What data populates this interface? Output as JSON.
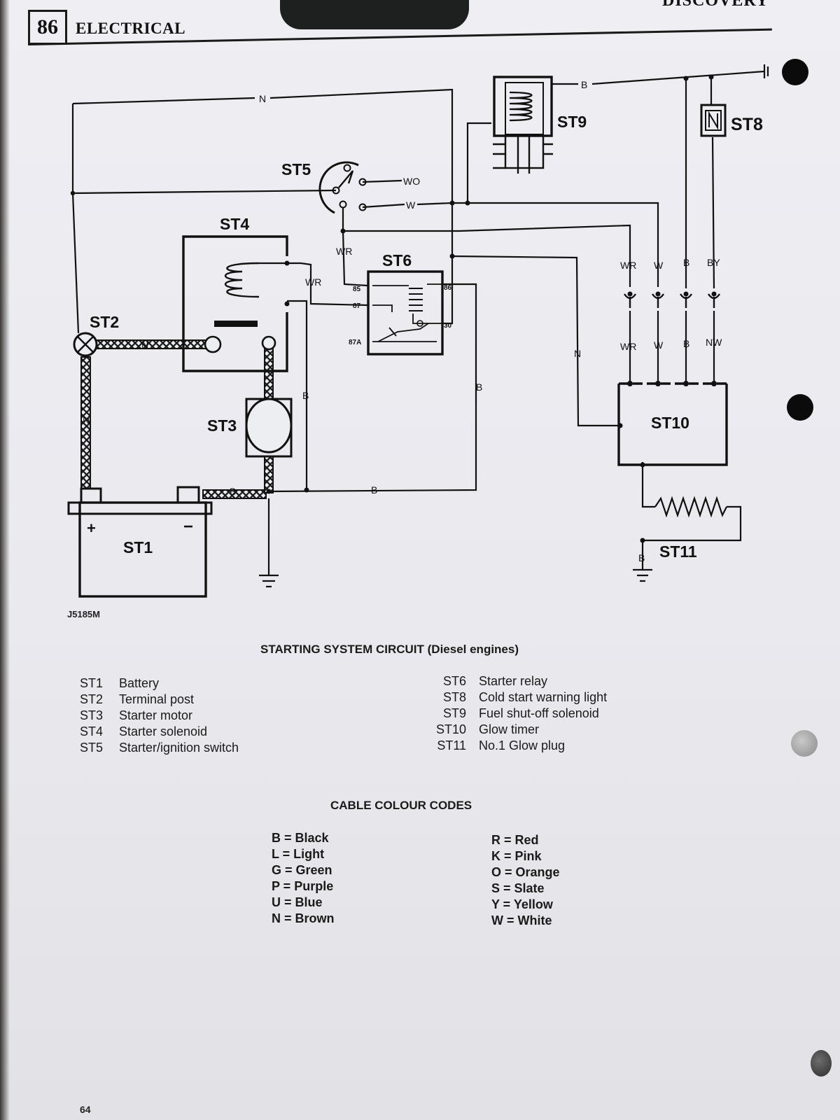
{
  "header": {
    "section_number": "86",
    "section_title": "ELECTRICAL",
    "brand": "DISCOVERY"
  },
  "diagram": {
    "ref_code": "J5185M",
    "components": {
      "st1": "ST1",
      "st2": "ST2",
      "st3": "ST3",
      "st4": "ST4",
      "st5": "ST5",
      "st6": "ST6",
      "st8": "ST8",
      "st9": "ST9",
      "st10": "ST10",
      "st11": "ST11"
    },
    "wire_labels": {
      "n_top": "N",
      "b_top": "B",
      "wo": "WO",
      "w_sw": "W",
      "wr_sw": "WR",
      "wr_coil": "WR",
      "n_st2": "N",
      "n_vert": "N",
      "b_st3": "B",
      "b_bottom": "B",
      "b_mid": "B",
      "b_relay": "B",
      "n_relay": "N",
      "b_glow": "B",
      "conn_top": [
        "WR",
        "W",
        "B",
        "BY"
      ],
      "conn_bottom": [
        "WR",
        "W",
        "B",
        "NW"
      ]
    },
    "relay_pins": {
      "p85": "85",
      "p87": "87",
      "p87a": "87A",
      "p86": "86",
      "p30": "30"
    },
    "battery_plus": "+",
    "battery_minus": "−"
  },
  "caption": "STARTING SYSTEM CIRCUIT (Diesel engines)",
  "legend_left": [
    {
      "code": "ST1",
      "desc": "Battery"
    },
    {
      "code": "ST2",
      "desc": "Terminal post"
    },
    {
      "code": "ST3",
      "desc": "Starter motor"
    },
    {
      "code": "ST4",
      "desc": "Starter solenoid"
    },
    {
      "code": "ST5",
      "desc": "Starter/ignition switch"
    }
  ],
  "legend_right": [
    {
      "code": "ST6",
      "desc": "Starter relay"
    },
    {
      "code": "ST8",
      "desc": "Cold start warning light"
    },
    {
      "code": "ST9",
      "desc": "Fuel shut-off solenoid"
    },
    {
      "code": "ST10",
      "desc": "Glow timer"
    },
    {
      "code": "ST11",
      "desc": "No.1 Glow plug"
    }
  ],
  "colour_codes_title": "CABLE COLOUR CODES",
  "colour_left": [
    "B = Black",
    "L = Light",
    "G = Green",
    "P = Purple",
    "U = Blue",
    "N = Brown"
  ],
  "colour_right": [
    "R = Red",
    "K = Pink",
    "O = Orange",
    "S = Slate",
    "Y = Yellow",
    "W = White"
  ],
  "page_number": "64"
}
